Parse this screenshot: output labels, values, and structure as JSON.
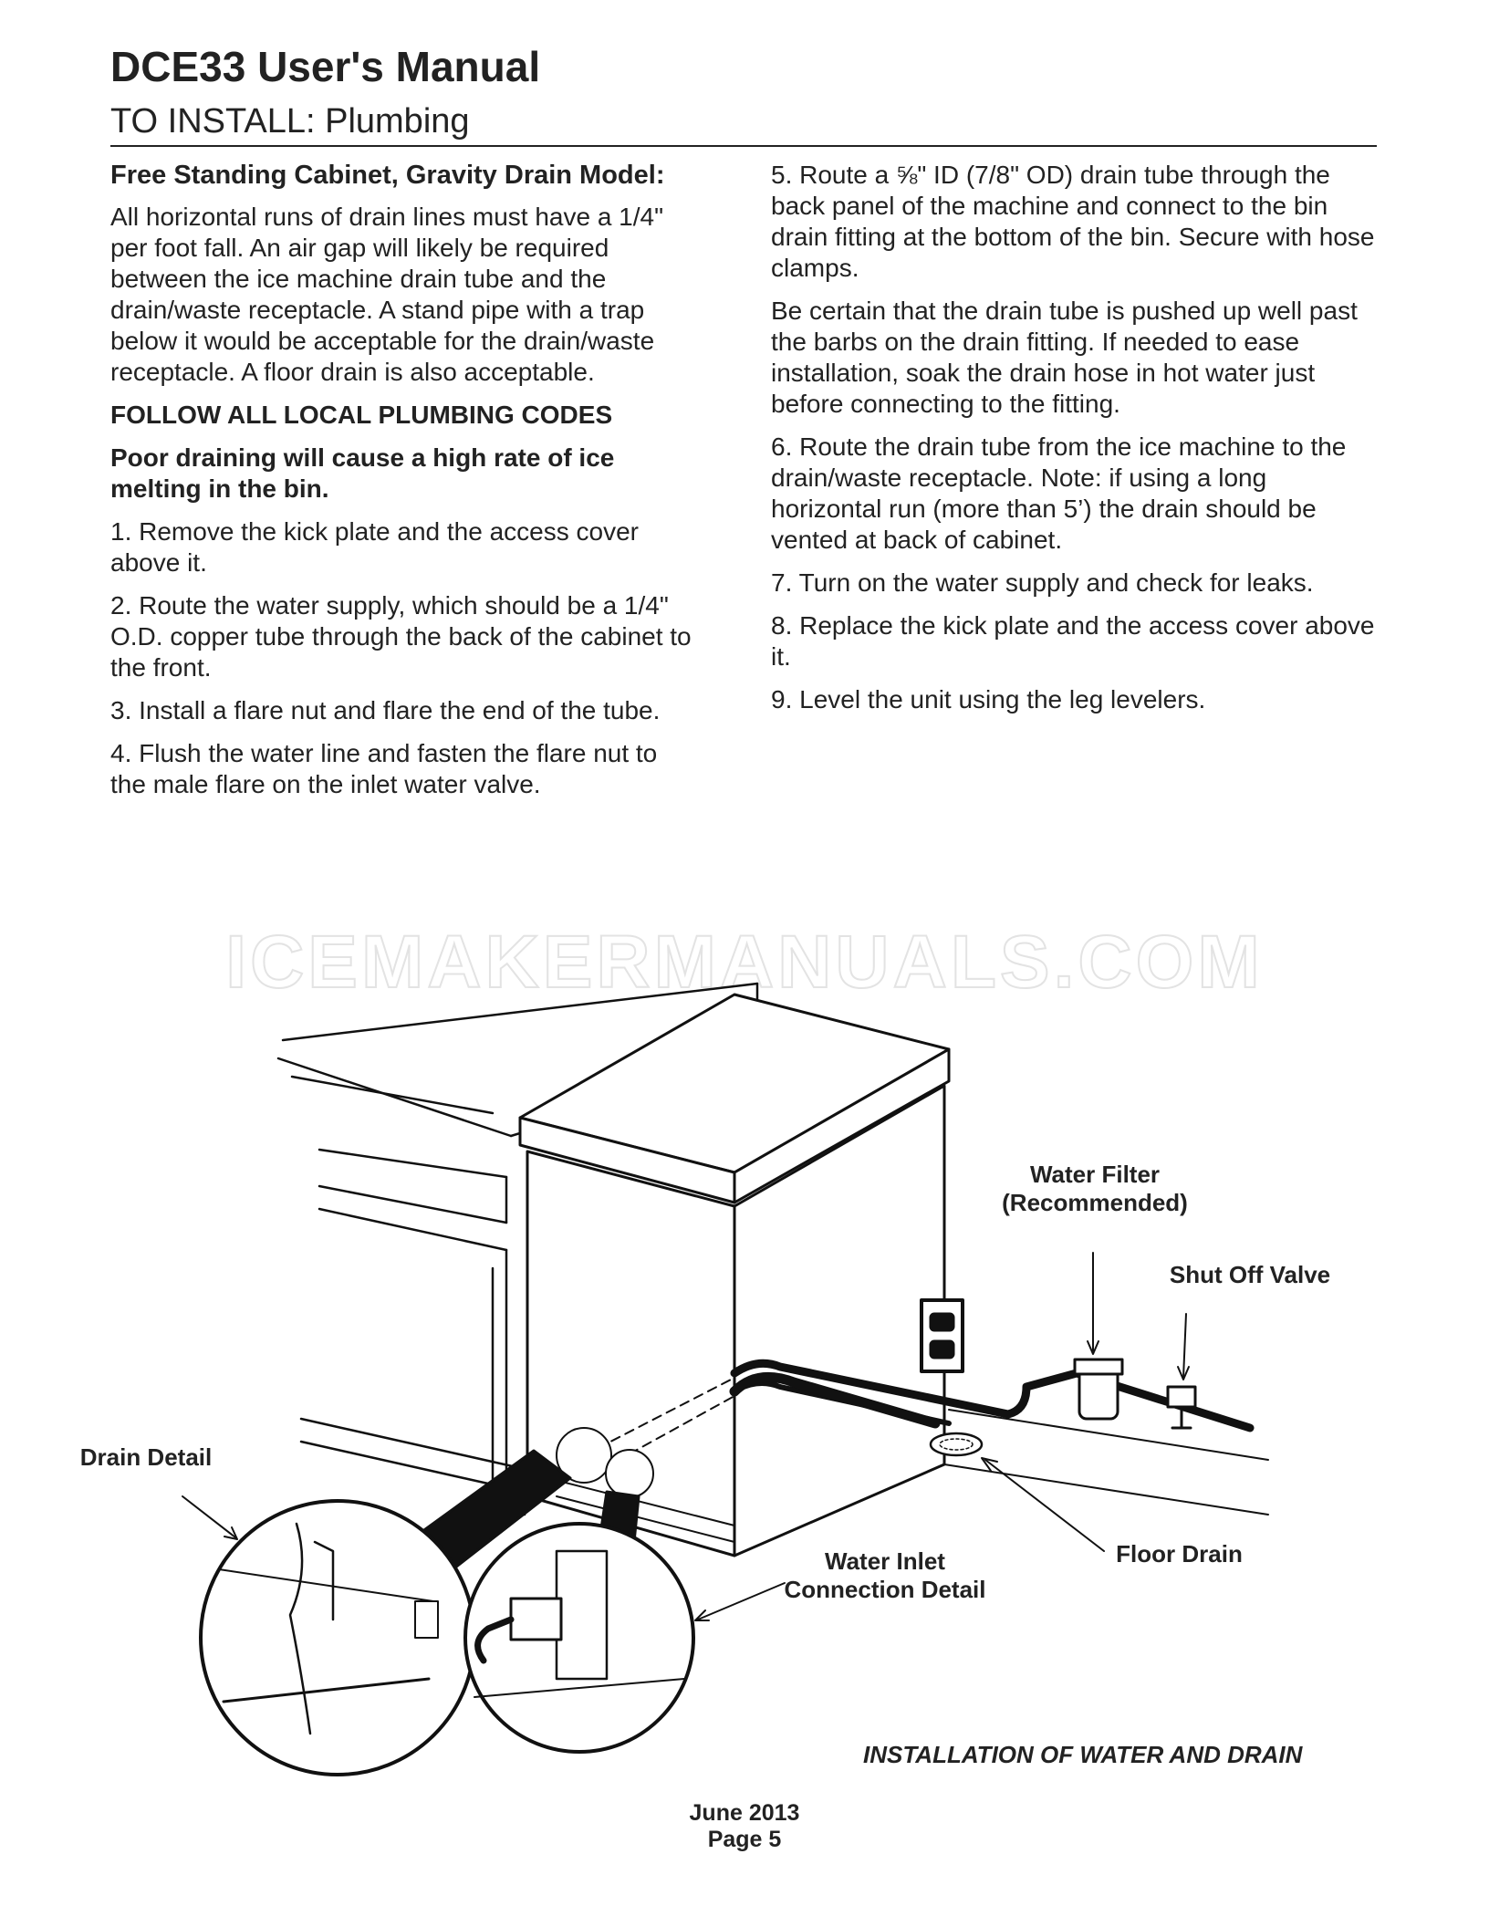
{
  "header": {
    "title": "DCE33 User's Manual",
    "section": "TO INSTALL: Plumbing"
  },
  "left": {
    "heading": "Free Standing Cabinet, Gravity Drain Model:",
    "intro": "All horizontal runs of drain lines must have a 1/4\" per foot fall. An air gap will likely be required between the ice machine drain tube and the drain/waste receptacle. A stand pipe with a trap below it would be acceptable for the drain/waste receptacle. A floor drain is also acceptable.",
    "codes": "FOLLOW ALL LOCAL PLUMBING CODES",
    "warning": "Poor draining will cause a high rate of ice melting in the bin.",
    "steps": [
      "1. Remove the kick plate and the access cover above it.",
      "2. Route the water supply, which should be a 1/4\" O.D. copper tube through the back of the cabinet to the front.",
      "3. Install a flare nut and flare the end of the tube.",
      "4. Flush the water line and fasten the flare nut to the male flare on the inlet water valve."
    ]
  },
  "right": {
    "step5": "5. Route a ⅝\" ID (7/8\" OD) drain tube through the back panel of the machine and connect to the bin drain fitting at the bottom of the bin. Secure with hose clamps.",
    "note": "Be certain that the drain tube is pushed up well past the barbs on the drain fitting. If needed to ease installation, soak the drain hose in hot water just before connecting to the fitting.",
    "steps": [
      "6. Route the drain tube from the ice machine to the drain/waste receptacle. Note: if using a long horizontal run (more than 5’) the drain should be vented at back of cabinet.",
      "7. Turn on the water supply and check for leaks.",
      "8. Replace the kick plate and the access cover above it.",
      "9. Level the unit using the leg levelers."
    ]
  },
  "diagram": {
    "watermark": "ICEMAKERMANUALS.COM",
    "labels": {
      "water_filter": "Water Filter",
      "water_filter_note": "(Recommended)",
      "shut_off_valve": "Shut Off Valve",
      "drain_detail": "Drain Detail",
      "water_inlet": "Water Inlet",
      "water_inlet_detail": "Connection Detail",
      "floor_drain": "Floor Drain"
    },
    "caption": "INSTALLATION OF WATER AND DRAIN"
  },
  "footer": {
    "date": "June 2013",
    "page": "Page 5"
  }
}
